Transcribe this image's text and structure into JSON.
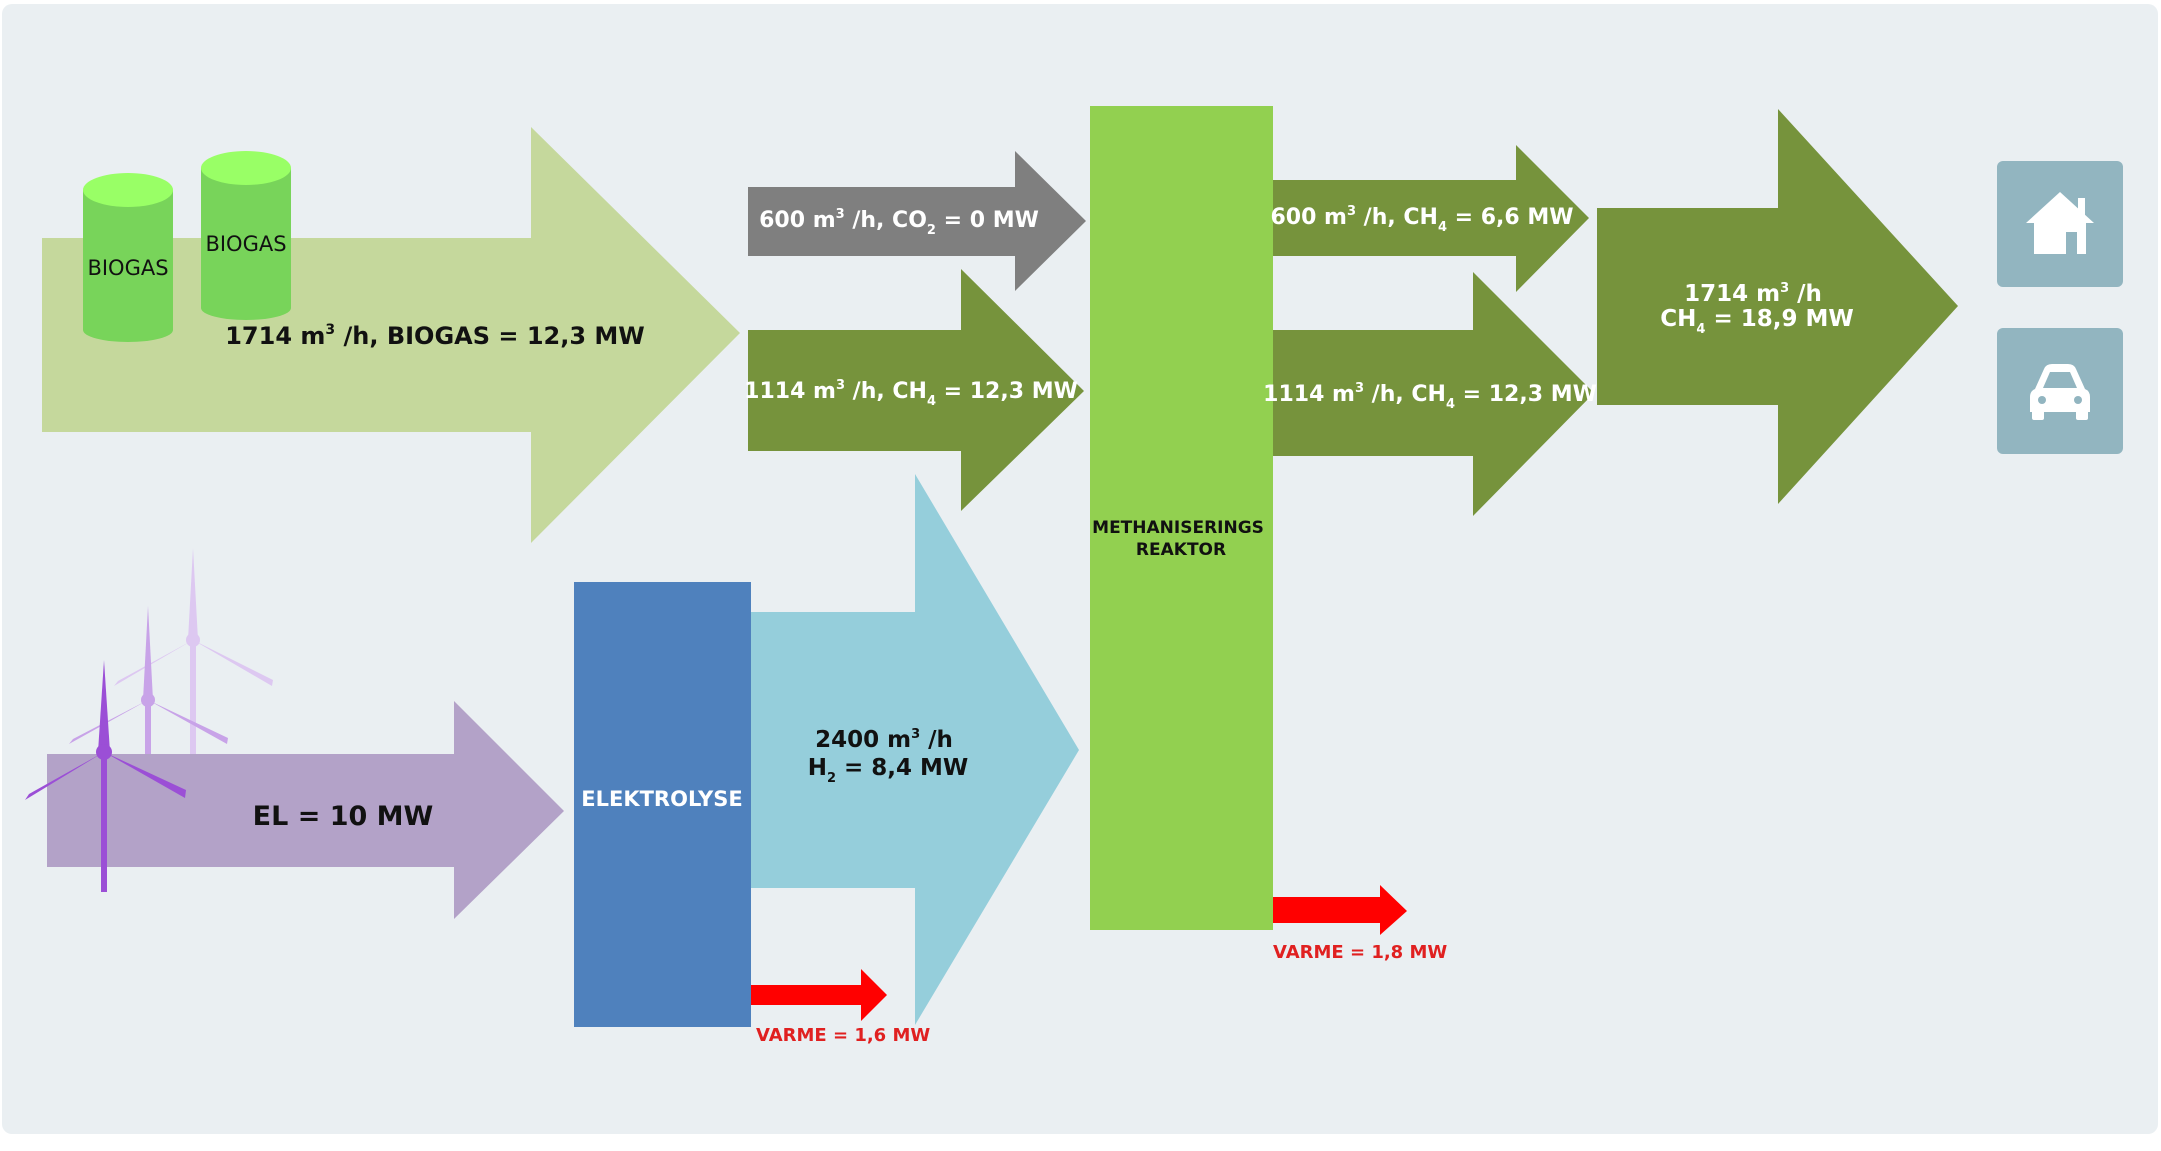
{
  "colors": {
    "background": "#eaeff2",
    "biogas_arrow": "#c5d89c",
    "co2_arrow": "#7f7f7f",
    "ch4_arrow": "#76933c",
    "el_arrow": "#b3a2c8",
    "h2_arrow": "#95cedb",
    "elektrolyse_box": "#4f81bd",
    "reactor_box": "#92d050",
    "heat_arrow": "#ff0000",
    "heat_text": "#e02020",
    "tank": "#78d45a",
    "tank_top": "#99ff66",
    "turbine_dark": "#9b4fd6",
    "turbine_mid": "#c8a3e8",
    "turbine_light": "#ddc8f1",
    "icon_tile": "#92b5c0"
  },
  "tanks": {
    "tank1_label": "BIOGAS",
    "tank2_label": "BIOGAS"
  },
  "flows": {
    "biogas": {
      "pre": "1714 m",
      "sup": "3",
      "post": " /h, BIOGAS = 12,3 MW"
    },
    "co2": {
      "pre": "600 m",
      "sup": "3",
      "mid": " /h, CO",
      "sub": "2",
      "post": " = 0 MW"
    },
    "ch4_in": {
      "pre": "1114 m",
      "sup": "3",
      "mid": " /h, CH",
      "sub": "4",
      "post": " = 12,3 MW"
    },
    "el": {
      "text": "EL = 10 MW"
    },
    "h2": {
      "line1_pre": "2400 m",
      "line1_sup": "3",
      "line1_post": " /h",
      "line2_pre": "H",
      "line2_sub": "2",
      "line2_post": " = 8,4 MW"
    },
    "ch4_out_a": {
      "pre": "600 m",
      "sup": "3",
      "mid": " /h, CH",
      "sub": "4",
      "post": " = 6,6 MW"
    },
    "ch4_out_b": {
      "pre": "1114 m",
      "sup": "3",
      "mid": " /h, CH",
      "sub": "4",
      "post": " = 12,3 MW"
    },
    "ch4_total": {
      "line1_pre": "1714 m",
      "line1_sup": "3",
      "line1_post": " /h",
      "line2_pre": "CH",
      "line2_sub": "4",
      "line2_post": " = 18,9 MW"
    }
  },
  "boxes": {
    "elektrolyse": "ELEKTROLYSE",
    "reactor_line1": "METHANISERINGS",
    "reactor_line2": "REAKTOR"
  },
  "heat": {
    "elektrolyse": "VARME = 1,6 MW",
    "reactor": "VARME = 1,8 MW"
  },
  "icons": {
    "house": "house-icon",
    "car": "car-icon",
    "turbine": "wind-turbine-icon",
    "tank": "biogas-tank-icon"
  }
}
